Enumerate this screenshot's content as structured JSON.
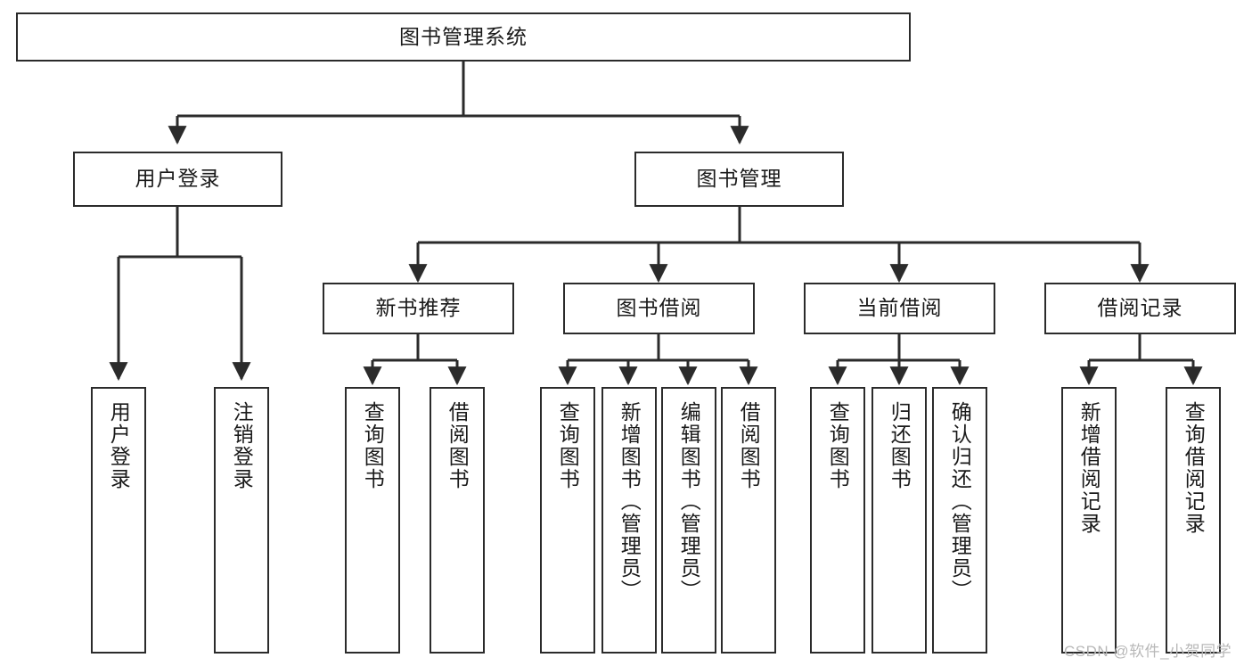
{
  "diagram": {
    "type": "tree-hierarchy",
    "title": "图书管理系统",
    "orientation": "top-down",
    "colors": {
      "stroke": "#2b2b2b",
      "fill": "#ffffff",
      "text": "#1a1a1a",
      "watermark": "#b8b8b8"
    },
    "root": {
      "label": "图书管理系统"
    },
    "level1": [
      {
        "label": "用户登录"
      },
      {
        "label": "图书管理"
      }
    ],
    "level2": [
      {
        "label": "新书推荐"
      },
      {
        "label": "图书借阅"
      },
      {
        "label": "当前借阅"
      },
      {
        "label": "借阅记录"
      }
    ],
    "leaves": {
      "user_login": [
        {
          "label": "用户登录"
        },
        {
          "label": "注销登录"
        }
      ],
      "new_book_recommend": [
        {
          "label": "查询图书"
        },
        {
          "label": "借阅图书"
        }
      ],
      "book_borrow": [
        {
          "label": "查询图书"
        },
        {
          "label": "新增图书（管理员）"
        },
        {
          "label": "编辑图书（管理员）"
        },
        {
          "label": "借阅图书"
        }
      ],
      "current_borrow": [
        {
          "label": "查询图书"
        },
        {
          "label": "归还图书"
        },
        {
          "label": "确认归还（管理员）"
        }
      ],
      "borrow_record": [
        {
          "label": "新增借阅记录"
        },
        {
          "label": "查询借阅记录"
        }
      ]
    }
  },
  "watermark": {
    "text": "CSDN @软件_小贺同学"
  }
}
